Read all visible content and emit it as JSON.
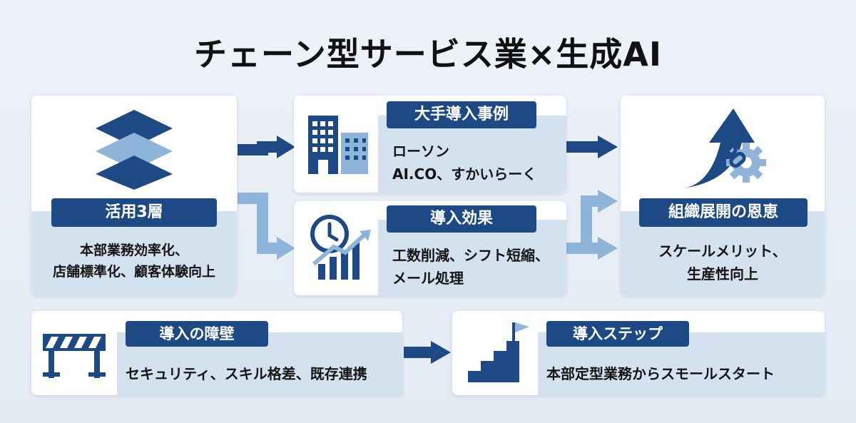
{
  "title": "チェーン型サービス業×生成AI",
  "layers": {
    "label": "活用3層",
    "lines": [
      "本部業務効率化、",
      "店舗標準化、顧客体験向上"
    ]
  },
  "cases": {
    "label": "大手導入事例",
    "lines": [
      "ローソン",
      "AI.CO、すかいらーく"
    ]
  },
  "effects": {
    "label": "導入効果",
    "lines": [
      "工数削減、シフト短縮、",
      "メール処理"
    ]
  },
  "benefits": {
    "label": "組織展開の恩恵",
    "lines": [
      "スケールメリット、",
      "生産性向上"
    ]
  },
  "barriers": {
    "label": "導入の障壁",
    "text": "セキュリティ、スキル格差、既存連携"
  },
  "steps": {
    "label": "導入ステップ",
    "text": "本部定型業務からスモールスタート"
  },
  "colors": {
    "navy": "#1d4a85",
    "light_blue": "#8fb4da",
    "band": "#d4e2ef",
    "background": "#e9eef5"
  },
  "icons": [
    "layers-icon",
    "office-buildings-icon",
    "clock-growth-chart-icon",
    "growth-arrow-gear-icon",
    "barricade-icon",
    "stairs-flag-icon"
  ]
}
